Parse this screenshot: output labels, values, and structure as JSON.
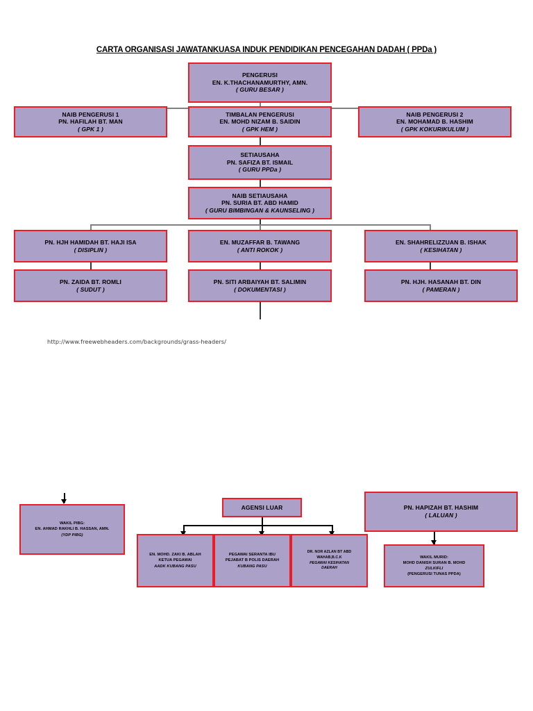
{
  "document": {
    "title": "CARTA ORGANISASI JAWATANKUASA INDUK PENDIDIKAN PENCEGAHAN DADAH ( PPDa )",
    "source_url": "http://www.freewebheaders.com/backgrounds/grass-headers/"
  },
  "colors": {
    "box_fill": "#ABA0C8",
    "box_border": "#ED1C24",
    "connector": "#808080",
    "text": "#000000"
  },
  "chart_data": {
    "type": "diagram",
    "title": "CARTA ORGANISASI JAWATANKUASA INDUK PENDIDIKAN PENCEGAHAN DADAH ( PPDa )",
    "nodes": [
      {
        "id": "pengerusi",
        "role": "PENGERUSI",
        "name": "EN. K.THACHANAMURTHY, AMN.",
        "note": "( GURU BESAR )"
      },
      {
        "id": "naib-pengerusi-1",
        "role": "NAIB PENGERUSI 1",
        "name": "PN. HAFILAH BT. MAN",
        "note": "( GPK 1 )"
      },
      {
        "id": "timbalan-pengerusi",
        "role": "TIMBALAN PENGERUSI",
        "name": "EN. MOHD NIZAM B. SAIDIN",
        "note": "( GPK HEM )"
      },
      {
        "id": "naib-pengerusi-2",
        "role": "NAIB PENGERUSI 2",
        "name": "EN. MOHAMAD B. HASHIM",
        "note": "( GPK KOKURIKULUM )"
      },
      {
        "id": "setiausaha",
        "role": "SETIAUSAHA",
        "name": "PN. SAFIZA BT. ISMAIL",
        "note": "( GURU PPDa )"
      },
      {
        "id": "naib-setiausaha",
        "role": "NAIB SETIAUSAHA",
        "name": "PN. SURIA BT. ABD HAMID",
        "note": "( GURU BIMBINGAN & KAUNSELING )"
      },
      {
        "id": "ahli-disiplin",
        "role": "",
        "name": "PN. HJH HAMIDAH BT. HAJI ISA",
        "note": "( DISIPLIN )"
      },
      {
        "id": "ahli-anti-rokok",
        "role": "",
        "name": "EN. MUZAFFAR B. TAWANG",
        "note": "( ANTI ROKOK )"
      },
      {
        "id": "ahli-kesihatan",
        "role": "",
        "name": "EN. SHAHRELIZZUAN B. ISHAK",
        "note": "( KESIHATAN )"
      },
      {
        "id": "ahli-sudut",
        "role": "",
        "name": "PN. ZAIDA BT. ROMLI",
        "note": "( SUDUT )"
      },
      {
        "id": "ahli-dokumentasi",
        "role": "",
        "name": "PN. SITI ARBAIYAH BT. SALIMIN",
        "note": "( DOKUMENTASI )"
      },
      {
        "id": "ahli-pameran",
        "role": "",
        "name": "PN. HJH. HASANAH BT. DIN",
        "note": "( PAMERAN )"
      },
      {
        "id": "ahli-laluan",
        "role": "",
        "name": "PN. HAPIZAH BT. HASHIM",
        "note": "( LALUAN )"
      },
      {
        "id": "agensi-luar",
        "role": "AGENSI LUAR",
        "name": "",
        "note": ""
      },
      {
        "id": "wakil-pibg",
        "role": "WAKIL PIBG:",
        "name": "EN. AHMAD RAKHLI B. HASSAN, AMN.",
        "note": "(YDP PIBG)"
      },
      {
        "id": "aadk",
        "role": "EN. MOHD. ZAKI B. ABLAH",
        "name": "KETUA PEGAWAI",
        "note": "AADK KUBANG PASU"
      },
      {
        "id": "polis",
        "role": "PEGAWAI SERANTA IBU",
        "name": "PEJABAT B POLIS DAERAH",
        "note": "KUBANG PASU"
      },
      {
        "id": "kesihatan-daerah",
        "role": "DR. NOR AZLAN BT ABD",
        "name": "WAHAB,B.C.K",
        "note": "PEGAWAI KESIHATAN",
        "note2": "DAERAH"
      },
      {
        "id": "wakil-murid",
        "role": "WAKIL MURID:",
        "name": "MOHD DANISH SURAN B. MOHD",
        "note": "ZULKIFLI",
        "note2": "(PENGERUSI TUNAS PPDA)"
      }
    ],
    "edges": [
      {
        "from": "pengerusi",
        "to": "naib-pengerusi-1"
      },
      {
        "from": "pengerusi",
        "to": "timbalan-pengerusi"
      },
      {
        "from": "pengerusi",
        "to": "naib-pengerusi-2"
      },
      {
        "from": "timbalan-pengerusi",
        "to": "setiausaha"
      },
      {
        "from": "setiausaha",
        "to": "naib-setiausaha"
      },
      {
        "from": "naib-setiausaha",
        "to": "ahli-disiplin"
      },
      {
        "from": "naib-setiausaha",
        "to": "ahli-anti-rokok"
      },
      {
        "from": "naib-setiausaha",
        "to": "ahli-kesihatan"
      },
      {
        "from": "ahli-disiplin",
        "to": "ahli-sudut"
      },
      {
        "from": "ahli-anti-rokok",
        "to": "ahli-dokumentasi"
      },
      {
        "from": "ahli-kesihatan",
        "to": "ahli-pameran"
      },
      {
        "from": "agensi-luar",
        "to": "aadk"
      },
      {
        "from": "agensi-luar",
        "to": "polis"
      },
      {
        "from": "agensi-luar",
        "to": "kesihatan-daerah"
      },
      {
        "from": "ahli-laluan",
        "to": "wakil-murid"
      }
    ]
  }
}
